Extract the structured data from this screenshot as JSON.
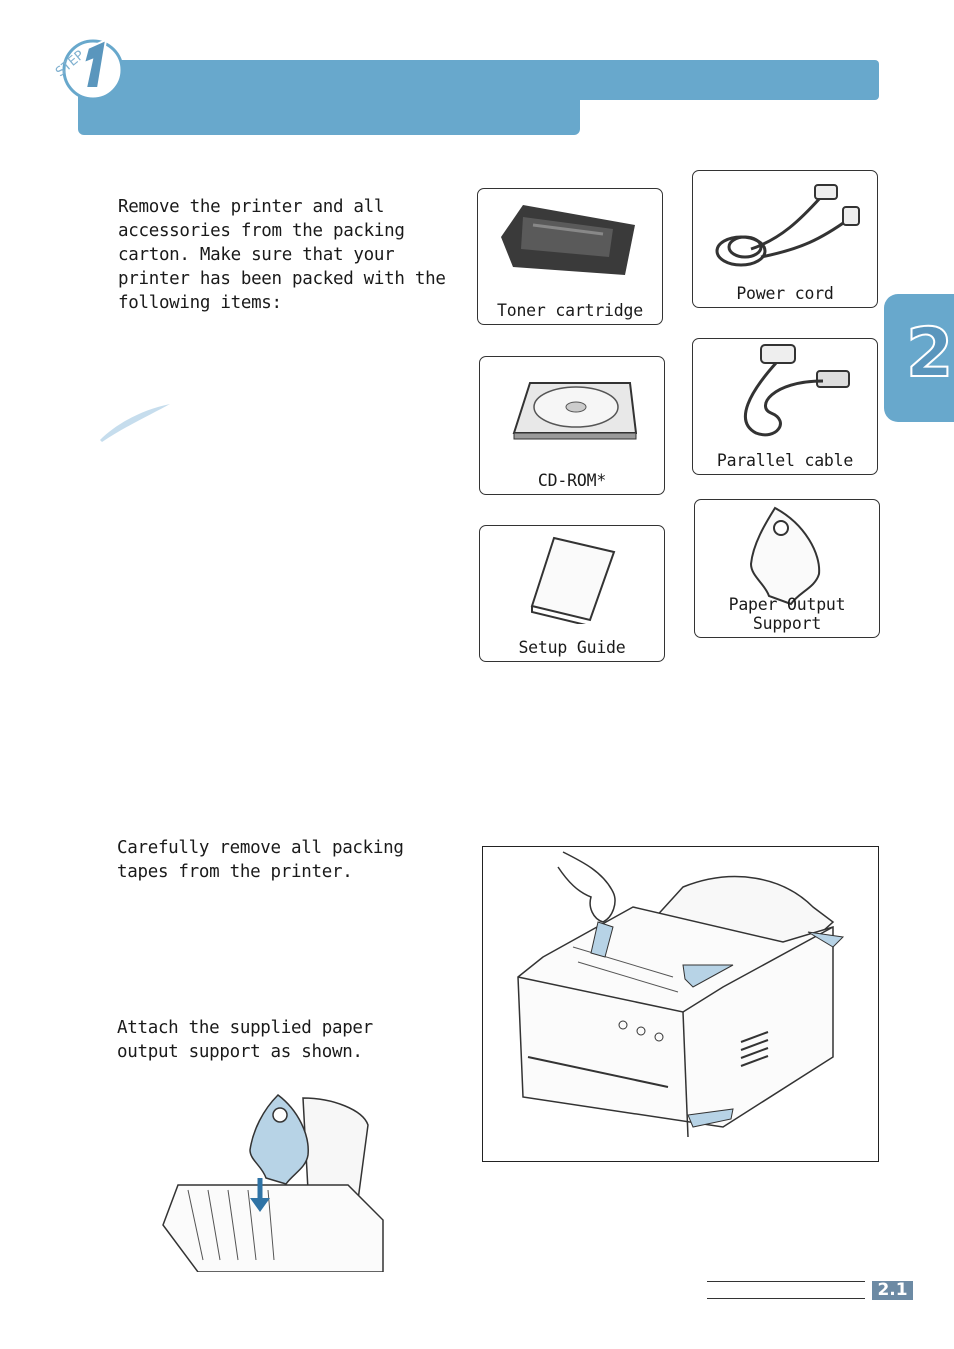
{
  "header": {
    "step_word": "STEP",
    "step_number": "1",
    "accent_color": "#68a8cc"
  },
  "intro": {
    "text": "Remove the printer and all accessories from the packing carton. Make sure that your printer has been packed with the following items:"
  },
  "items": {
    "toner": "Toner cartridge",
    "power_cord": "Power cord",
    "cdrom": "CD-ROM*",
    "parallel_cable": "Parallel cable",
    "setup_guide": "Setup Guide",
    "paper_support": "Paper Output Support"
  },
  "tapes": {
    "text": "Carefully remove all packing tapes from the printer."
  },
  "attach": {
    "text": "Attach the supplied paper output support as shown."
  },
  "side_tab": {
    "chapter": "2"
  },
  "footer": {
    "page_number": "2.1"
  }
}
